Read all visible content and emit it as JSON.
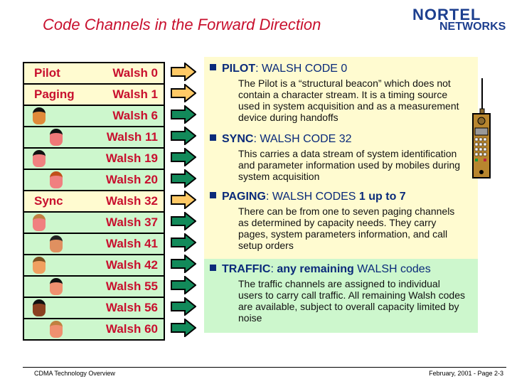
{
  "title": "Code Channels in the Forward Direction",
  "logo": {
    "line1": "NORTEL",
    "line2": "NETWORKS"
  },
  "rows": [
    {
      "label": "Pilot",
      "walsh": "Walsh 0",
      "type": "overhead"
    },
    {
      "label": "Paging",
      "walsh": "Walsh 1",
      "type": "overhead"
    },
    {
      "label": "",
      "walsh": "Walsh 6",
      "type": "traffic"
    },
    {
      "label": "",
      "walsh": "Walsh 11",
      "type": "traffic"
    },
    {
      "label": "",
      "walsh": "Walsh 19",
      "type": "traffic"
    },
    {
      "label": "",
      "walsh": "Walsh 20",
      "type": "traffic"
    },
    {
      "label": "Sync",
      "walsh": "Walsh 32",
      "type": "overhead"
    },
    {
      "label": "",
      "walsh": "Walsh 37",
      "type": "traffic"
    },
    {
      "label": "",
      "walsh": "Walsh 41",
      "type": "traffic"
    },
    {
      "label": "",
      "walsh": "Walsh 42",
      "type": "traffic"
    },
    {
      "label": "",
      "walsh": "Walsh 55",
      "type": "traffic"
    },
    {
      "label": "",
      "walsh": "Walsh 56",
      "type": "traffic"
    },
    {
      "label": "",
      "walsh": "Walsh 60",
      "type": "traffic"
    }
  ],
  "colors": {
    "overhead_arrow": "#ffc966",
    "traffic_arrow": "#128a5a",
    "overhead_bg": "#fffbd0",
    "traffic_bg": "#cdf7cd",
    "label": "#c8102e",
    "heading": "#0a2a7a"
  },
  "sections": [
    {
      "bold": "PILOT",
      "rest": ":  WALSH CODE 0",
      "bold2": "",
      "rest2": "",
      "body": "The Pilot is a “structural beacon” which does not contain a character stream.  It is a timing source used in system acquisition and as a measurement device during handoffs"
    },
    {
      "bold": "SYNC",
      "rest": ":  WALSH CODE 32",
      "bold2": "",
      "rest2": "",
      "body": "This carries a data stream of system identification and parameter information used by mobiles during system acquisition"
    },
    {
      "bold": "PAGING",
      "rest": ":  WALSH CODES ",
      "bold2": "1 up to 7",
      "rest2": "",
      "body": "There can be from one to seven paging channels as determined by capacity needs. They carry pages, system parameters information, and call setup orders"
    },
    {
      "bold": "TRAFFIC",
      "rest": ": ",
      "bold2": "any remaining",
      "rest2": " WALSH codes",
      "body": "The traffic channels are assigned to individual users to carry call traffic. All remaining Walsh codes are available, subject to overall capacity limited by noise"
    }
  ],
  "footer": {
    "left": "CDMA Technology Overview",
    "right": "February, 2001 -  Page 2-3"
  }
}
